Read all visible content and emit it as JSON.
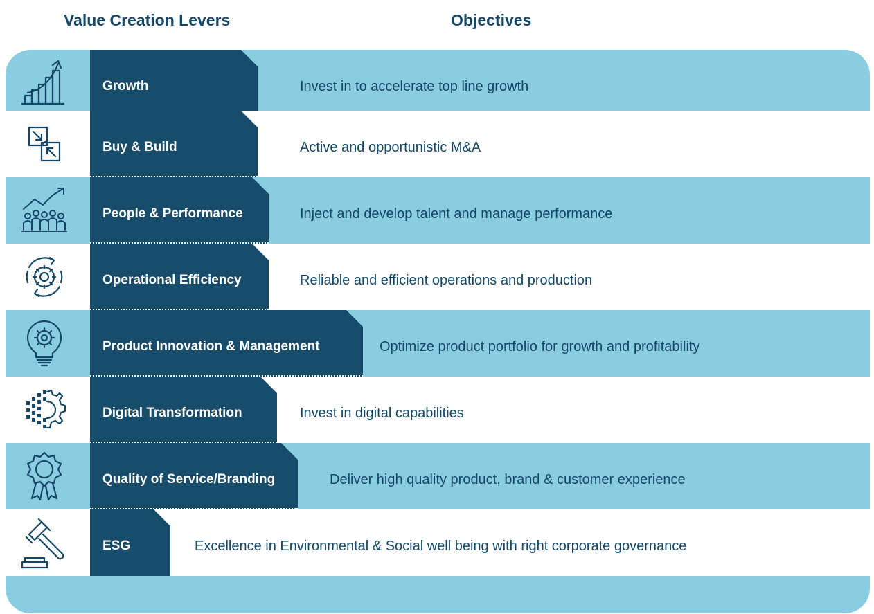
{
  "headers": {
    "levers": "Value Creation Levers",
    "objectives": "Objectives"
  },
  "rows": [
    {
      "lever": "Growth",
      "objective": "Invest in to accelerate top line growth",
      "icon": "growth-chart-icon"
    },
    {
      "lever": "Buy & Build",
      "objective": "Active and opportunistic M&A",
      "icon": "merge-arrows-icon"
    },
    {
      "lever": "People & Performance",
      "objective": "Inject and develop talent and manage performance",
      "icon": "team-growth-icon"
    },
    {
      "lever": "Operational Efficiency",
      "objective": "Reliable and efficient operations and production",
      "icon": "gear-cycle-icon"
    },
    {
      "lever": "Product Innovation & Management",
      "objective": "Optimize product portfolio for growth and profitability",
      "icon": "lightbulb-gear-icon"
    },
    {
      "lever": "Digital Transformation",
      "objective": "Invest in digital capabilities",
      "icon": "digital-gear-icon"
    },
    {
      "lever": "Quality of Service/Branding",
      "objective": "Deliver high quality product, brand & customer experience",
      "icon": "quality-badge-icon"
    },
    {
      "lever": "ESG",
      "objective": "Excellence in Environmental & Social well being with right corporate governance",
      "icon": "gavel-icon"
    }
  ],
  "colors": {
    "band": "#8acde0",
    "lever": "#174c6b",
    "heading": "#154867"
  }
}
